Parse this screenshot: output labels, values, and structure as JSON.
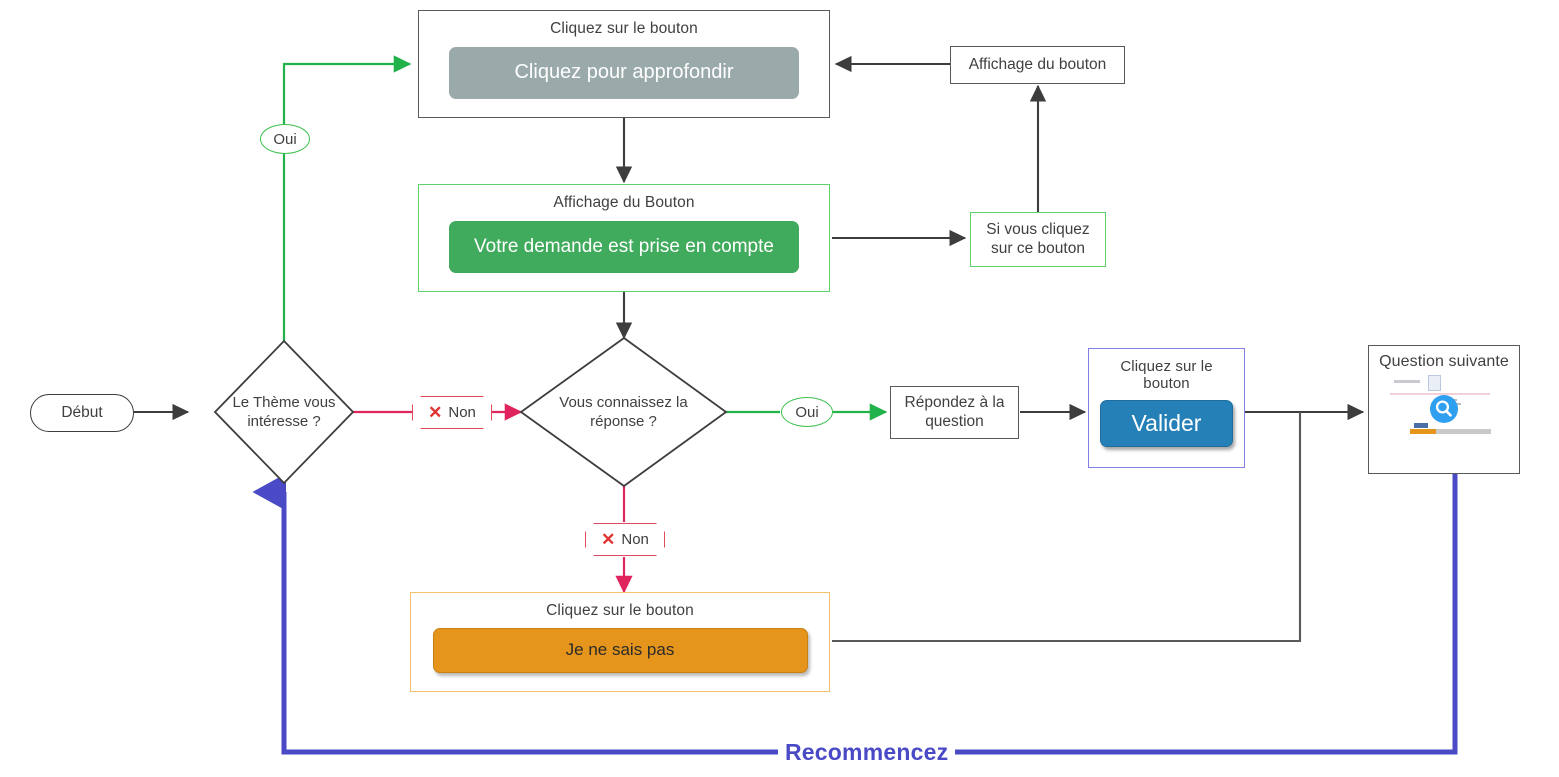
{
  "diagram": {
    "title_text": "Recommencez",
    "colors": {
      "green_accent": "#3ec14f",
      "red_accent": "#e04a5f",
      "blue_accent": "#4a4ac6",
      "orange_accent": "#e5951c",
      "grey_button": "#9aa9a9",
      "green_button": "#41ab5d",
      "blue_button": "#2580b8",
      "violet_border": "#8080e8",
      "node_border": "#595959"
    },
    "nodes": {
      "start": {
        "label": "Début"
      },
      "decision_theme": {
        "label": "Le Thème vous intéresse ?"
      },
      "decision_answer": {
        "label": "Vous connaissez la réponse ?"
      },
      "deepen_card": {
        "caption": "Cliquez sur le bouton",
        "button": "Cliquez pour approfondir"
      },
      "request_card": {
        "caption": "Affichage du Bouton",
        "button": "Votre demande est prise en compte"
      },
      "button_display": {
        "label": "Affichage du bouton"
      },
      "if_you_click": {
        "label": "Si vous cliquez sur ce bouton"
      },
      "answer_question": {
        "label": "Répondez à la question"
      },
      "validate_card": {
        "caption": "Cliquez sur le bouton",
        "button": "Valider"
      },
      "dont_know_card": {
        "caption": "Cliquez sur le bouton",
        "button": "Je ne sais pas"
      },
      "next_question": {
        "label": "Question suivante"
      }
    },
    "edge_labels": {
      "oui_theme": "Oui",
      "non_theme": "Non",
      "oui_answer": "Oui",
      "non_answer": "Non",
      "restart": "Recommencez"
    },
    "icons": {
      "x_mark": "✕",
      "magnifier": "search-icon"
    }
  }
}
